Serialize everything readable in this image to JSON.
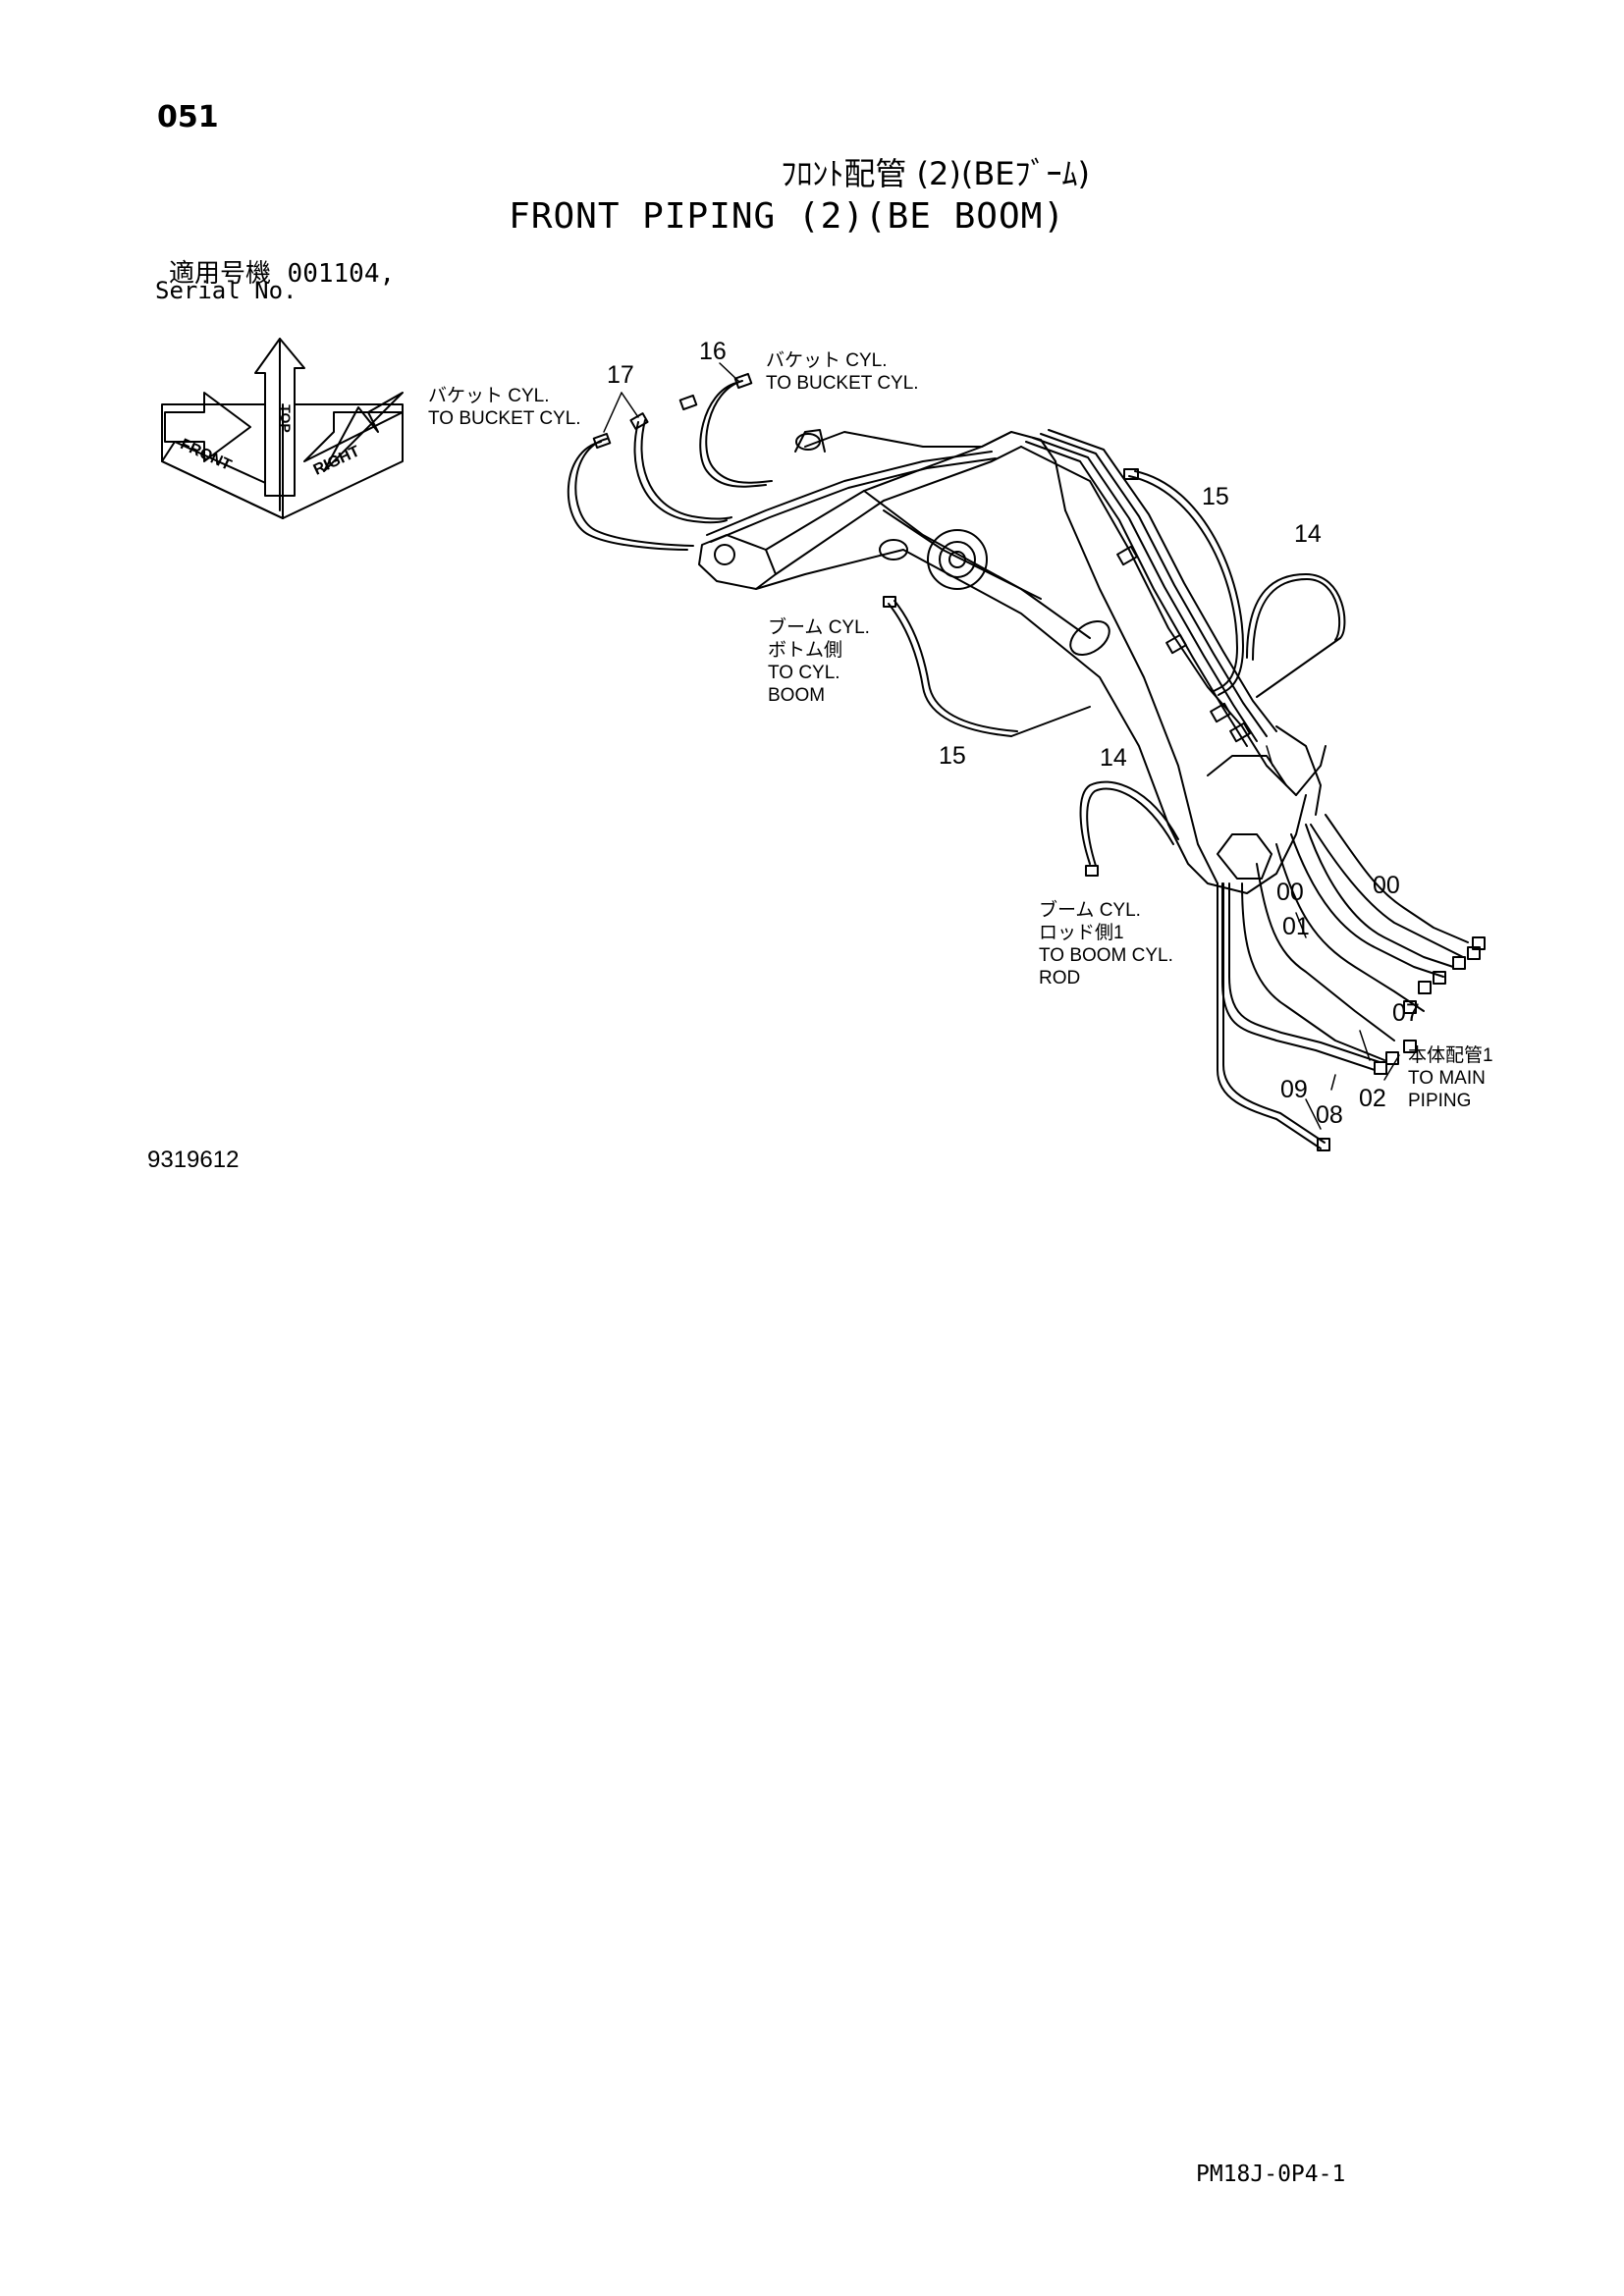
{
  "page_number": "051",
  "title_jp": "ﾌﾛﾝﾄ配管 (2)(BEﾌﾞｰﾑ)",
  "title_en": "FRONT PIPING (2)(BE BOOM)",
  "serial": {
    "label_jp": "適用号機",
    "value": "001104,",
    "label_en": "Serial No."
  },
  "orientation": {
    "front": "FRONT",
    "right": "RIGHT",
    "top": "TOP"
  },
  "callouts": {
    "c17": "17",
    "c16": "16",
    "c15a": "15",
    "c14a": "14",
    "c15b": "15",
    "c14b": "14",
    "c00a": "00",
    "c00b": "00",
    "c01": "01",
    "c07": "07",
    "c02": "02",
    "c08": "08",
    "c09": "09"
  },
  "labels": {
    "bucket_left": [
      "バケット CYL.",
      "TO BUCKET CYL."
    ],
    "bucket_top": [
      "バケット CYL.",
      "TO BUCKET CYL."
    ],
    "boom_bottom": [
      "ブーム CYL.",
      "ボトム側",
      "TO  CYL.",
      "BOOM"
    ],
    "boom_rod": [
      "ブーム CYL.",
      "ロッド側1",
      "TO BOOM CYL.",
      "ROD"
    ],
    "main_piping": [
      "本体配管1",
      "TO MAIN",
      "PIPING"
    ]
  },
  "drawing_number": "9319612",
  "page_code": "PM18J-0P4-1"
}
